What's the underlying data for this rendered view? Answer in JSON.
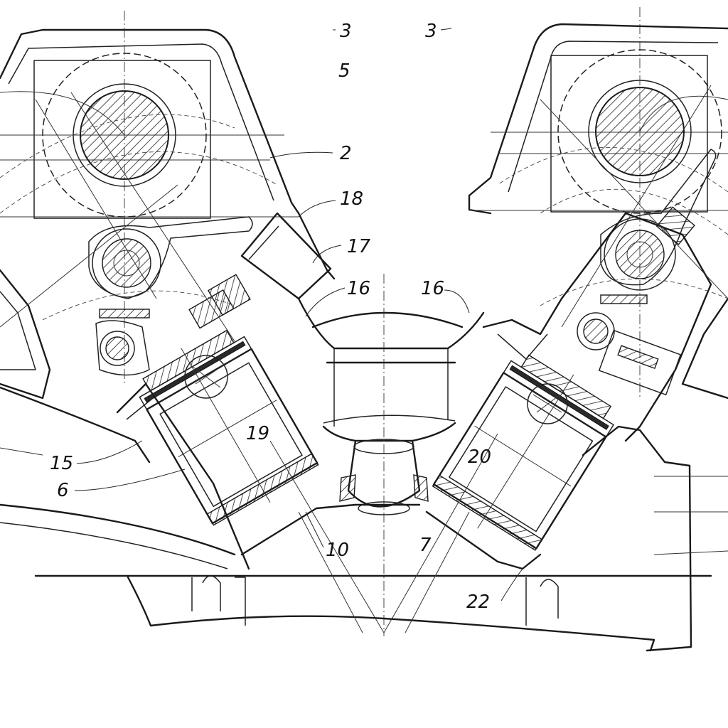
{
  "labels": {
    "l3a": "3",
    "l3b": "3",
    "l5": "5",
    "l2": "2",
    "l18": "18",
    "l17": "17",
    "l16a": "16",
    "l16b": "16",
    "l19": "19",
    "l20": "20",
    "l15": "15",
    "l6": "6",
    "l10": "10",
    "l7": "7",
    "l22": "22"
  }
}
